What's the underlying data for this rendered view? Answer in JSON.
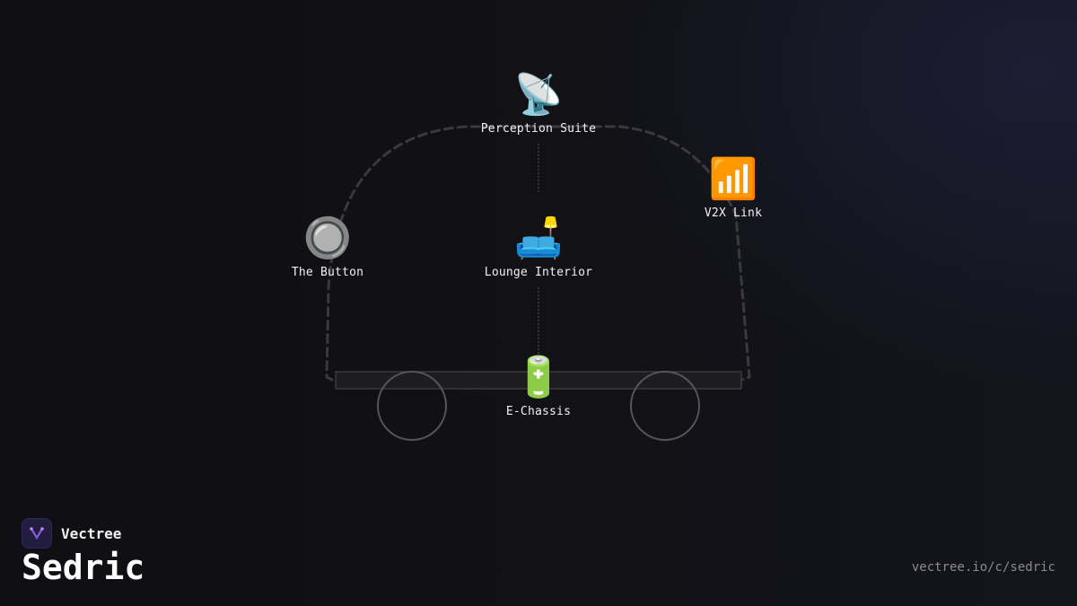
{
  "nodes": {
    "perception": {
      "label": "Perception Suite",
      "icon": "satellite-antenna-icon"
    },
    "v2x": {
      "label": "V2X Link",
      "icon": "signal-bars-icon"
    },
    "button": {
      "label": "The Button",
      "icon": "radio-button-icon"
    },
    "lounge": {
      "label": "Lounge Interior",
      "icon": "couch-and-lamp-icon"
    },
    "chassis": {
      "label": "E-Chassis",
      "icon": "battery-icon"
    }
  },
  "brand": {
    "name": "Vectree",
    "icon": "vectree-logo-icon"
  },
  "page": {
    "title": "Sedric",
    "url": "vectree.io/c/sedric"
  }
}
